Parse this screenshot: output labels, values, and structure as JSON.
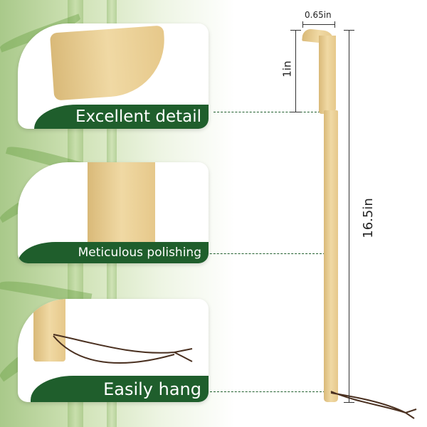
{
  "features": [
    {
      "label": "Excellent detail"
    },
    {
      "label": "Meticulous polishing"
    },
    {
      "label": "Easily hang"
    }
  ],
  "dimensions": {
    "width": "0.65in",
    "head_length": "1in",
    "total_length": "16.5in"
  },
  "colors": {
    "label_bg": "#1f5e2c",
    "bamboo": "#e6c88a",
    "background_green": "#a9c98a"
  }
}
